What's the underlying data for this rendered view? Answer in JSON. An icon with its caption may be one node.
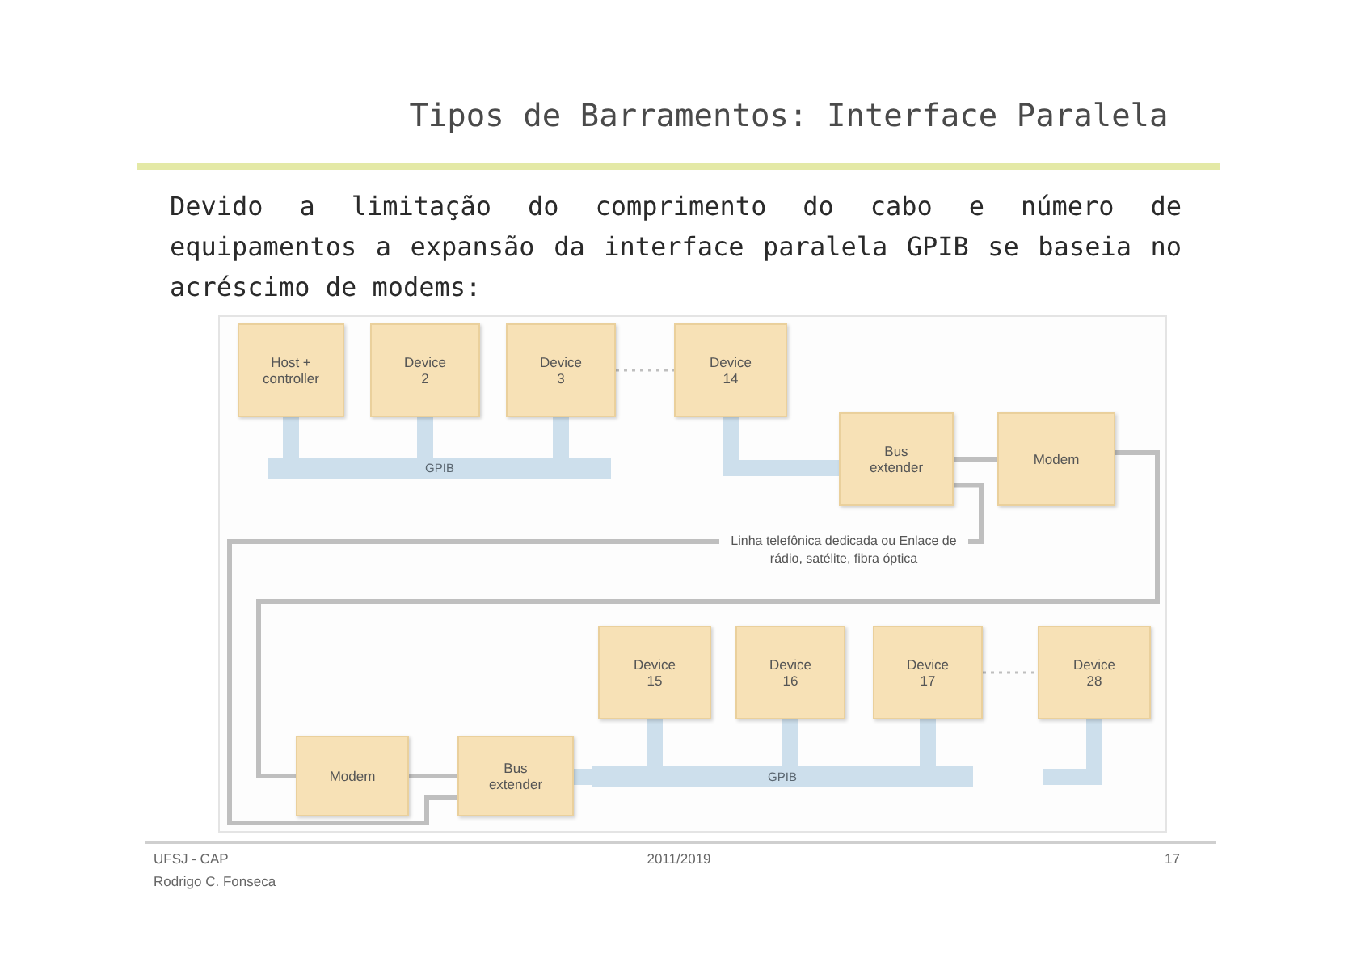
{
  "diagram": {
    "title": "Tipos de Barramentos: Interface Paralela",
    "nodes": [
      {
        "text": [
          "Host + controller"
        ]
      },
      {
        "text": [
          "Device 2"
        ]
      },
      {
        "text": [
          "Device 3"
        ]
      },
      {
        "text": [
          "Device 14"
        ]
      },
      {
        "text": [
          "GPIB"
        ]
      },
      {
        "text": [
          "Bus extender"
        ]
      },
      {
        "text": [
          "Modem"
        ]
      },
      {
        "text": [
          "Device 15"
        ]
      },
      {
        "text": [
          "Device 16"
        ]
      },
      {
        "text": [
          "Device 17"
        ]
      },
      {
        "text": [
          "Device 28"
        ]
      },
      {
        "text": [
          "Modem"
        ]
      },
      {
        "text": [
          "Bus extender"
        ]
      },
      {
        "text": [
          "GPIB"
        ]
      }
    ],
    "edges": [
      {
        "from": 2,
        "to": 3,
        "arrow": "none",
        "style": "dashed",
        "color": "#bfbfbf"
      },
      {
        "from": 0,
        "to": 4,
        "arrow": "none"
      },
      {
        "from": 1,
        "to": 4,
        "arrow": "none"
      },
      {
        "from": 2,
        "to": 4,
        "arrow": "none"
      },
      {
        "from": 3,
        "to": 5,
        "arrow": "none"
      },
      {
        "from": 5,
        "to": 6,
        "arrow": "none",
        "color": "#bfbfbf"
      },
      {
        "from": 5,
        "to": 12,
        "arrow": "none",
        "color": "#bfbfbf",
        "label": "Linha telefônica dedicada ou Enlace de rádio, satélite, fibra óptica"
      },
      {
        "from": 6,
        "to": 11,
        "arrow": "none",
        "color": "#bfbfbf"
      },
      {
        "from": 11,
        "to": 12,
        "arrow": "none",
        "color": "#bfbfbf"
      },
      {
        "from": 12,
        "to": 13,
        "arrow": "none"
      },
      {
        "from": 7,
        "to": 13,
        "arrow": "none"
      },
      {
        "from": 8,
        "to": 13,
        "arrow": "none"
      },
      {
        "from": 9,
        "to": 13,
        "arrow": "none"
      },
      {
        "from": 9,
        "to": 10,
        "arrow": "none",
        "style": "dashed",
        "color": "#bfbfbf"
      },
      {
        "from": 10,
        "to": null,
        "arrow": "none"
      }
    ],
    "labels": [
      "Devido a limitação do comprimento do cabo e número de equipamentos a expansão da interface paralela GPIB se baseia no acréscimo de modems:",
      "UFSJ - CAP",
      "Rodrigo C. Fonseca",
      "2011/2019",
      "17"
    ]
  }
}
